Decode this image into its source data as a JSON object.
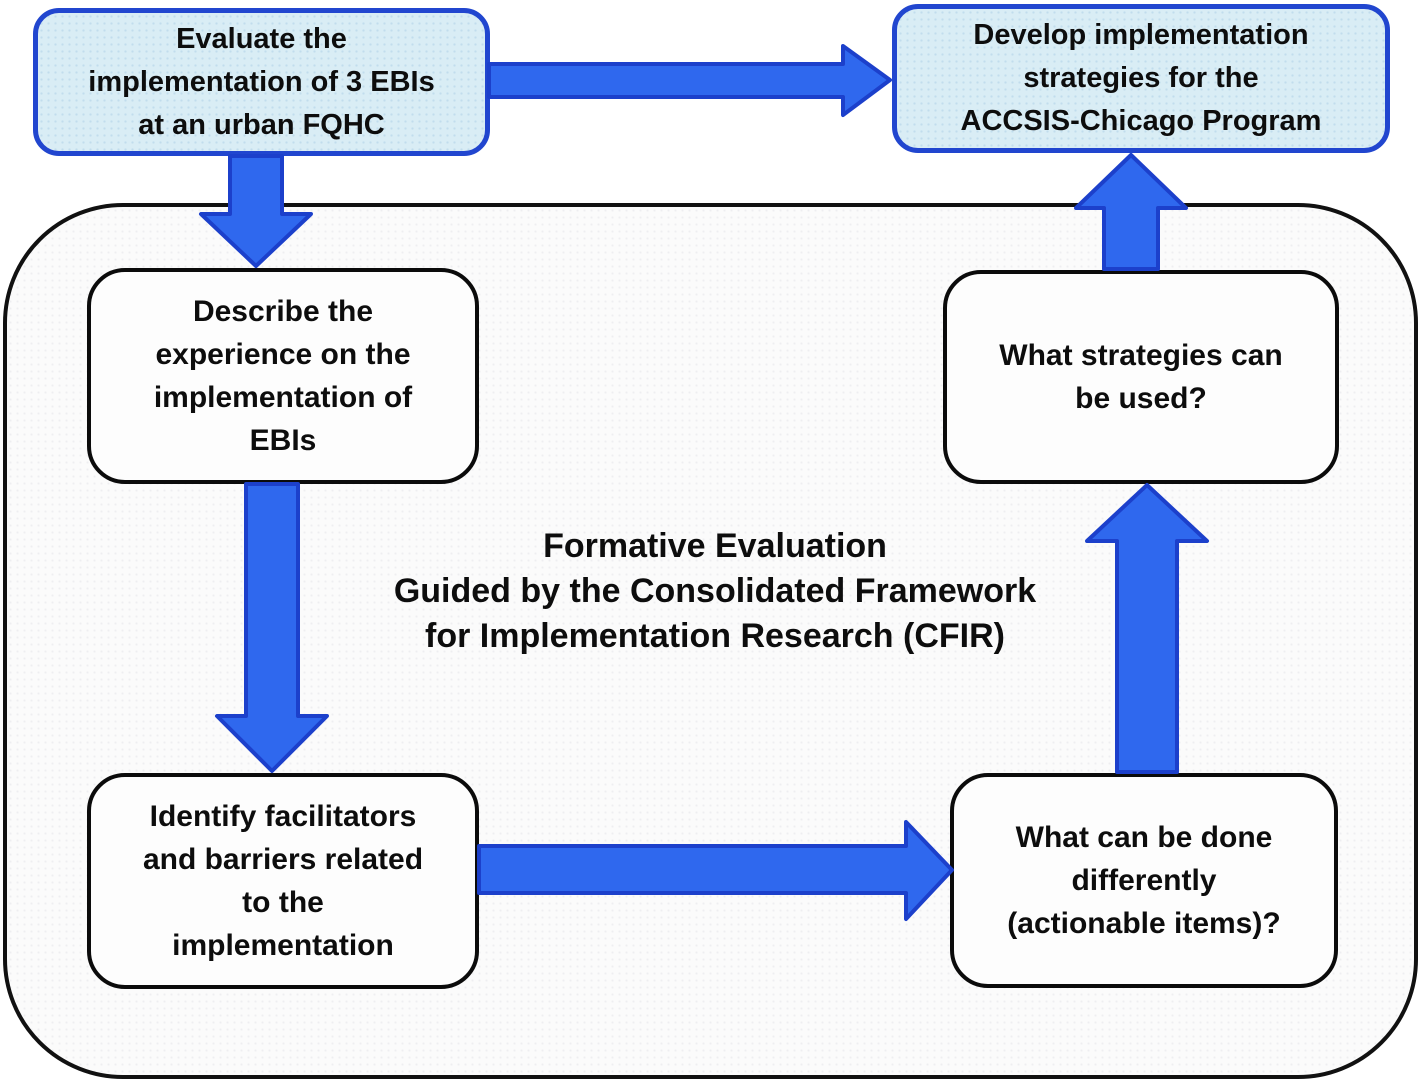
{
  "diagram": {
    "nodes": {
      "evaluate": {
        "label": "Evaluate the\nimplementation of 3 EBIs\nat an urban FQHC"
      },
      "develop": {
        "label": "Develop implementation\nstrategies for the\nACCSIS-Chicago Program"
      },
      "describe": {
        "label": "Describe the\nexperience on the\nimplementation of\nEBIs"
      },
      "identify": {
        "label": "Identify facilitators\nand barriers related\nto the\nimplementation"
      },
      "strategies": {
        "label": "What strategies can\nbe used?"
      },
      "differently": {
        "label": "What can be done\ndifferently\n(actionable items)?"
      }
    },
    "container_label": "Formative Evaluation\nGuided by the Consolidated Framework\nfor Implementation Research (CFIR)",
    "colors": {
      "highlight_box_fill": "#d9edf5",
      "highlight_box_border": "#2146cf",
      "arrow_fill": "#2f68ee",
      "arrow_border": "#1c40cb",
      "plain_box_fill": "#fdfdfd",
      "plain_box_border": "#0b0b0b",
      "container_fill": "#fbfbfb",
      "container_border": "#111111",
      "text_color": "#0d0d0d",
      "page_background": "#ffffff"
    }
  }
}
